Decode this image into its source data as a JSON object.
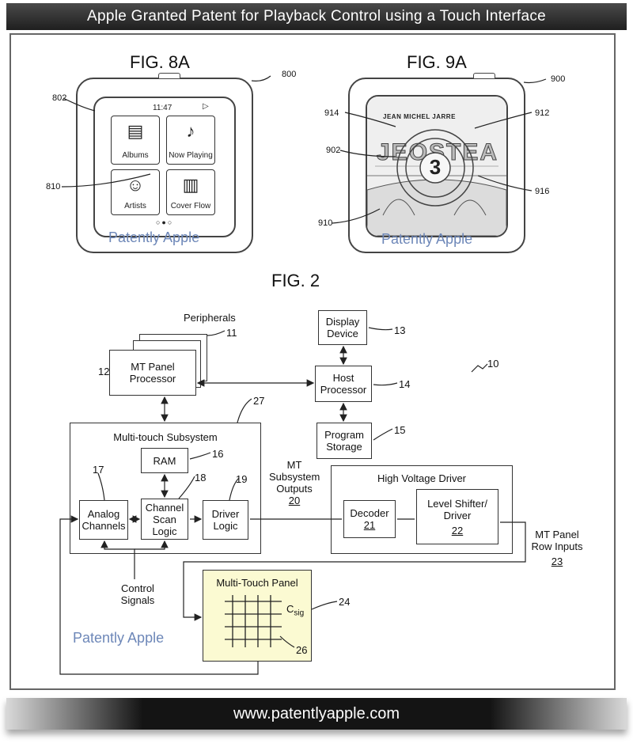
{
  "banner": {
    "title": "Apple Granted Patent for Playback Control using a Touch Interface"
  },
  "footer": {
    "url": "www.patentlyapple.com"
  },
  "fig8a": {
    "title": "FIG. 8A",
    "ref_device": "800",
    "ref_screen": "802",
    "ref_play": "810",
    "time": "11:47",
    "tiles": [
      {
        "label": "Albums",
        "icon": "albums-icon"
      },
      {
        "label": "Now Playing",
        "icon": "music-note-icon"
      },
      {
        "label": "Artists",
        "icon": "artists-icon"
      },
      {
        "label": "Cover Flow",
        "icon": "cover-flow-icon"
      }
    ],
    "watermark": "Patently Apple"
  },
  "fig9a": {
    "title": "FIG. 9A",
    "ref_device": "900",
    "ref_914": "914",
    "ref_912": "912",
    "ref_902": "902",
    "ref_916": "916",
    "ref_910": "910",
    "artist": "JEAN MICHEL JARRE",
    "album_art_text": "JEOSTEA",
    "countdown": "3",
    "watermark": "Patently Apple"
  },
  "fig2": {
    "title": "FIG. 2",
    "ref_system": "10",
    "peripherals_label": "Peripherals",
    "ref_peripherals": "11",
    "mt_panel_processor": {
      "line1": "MT Panel",
      "line2": "Processor",
      "ref": "12"
    },
    "display_device": {
      "line1": "Display",
      "line2": "Device",
      "ref": "13"
    },
    "host_processor": {
      "line1": "Host",
      "line2": "Processor",
      "ref": "14"
    },
    "program_storage": {
      "line1": "Program",
      "line2": "Storage",
      "ref": "15"
    },
    "subsystem": {
      "label": "Multi-touch Subsystem",
      "ref": "27"
    },
    "ram": {
      "label": "RAM",
      "ref": "16"
    },
    "analog_channels": {
      "line1": "Analog",
      "line2": "Channels",
      "ref": "17"
    },
    "channel_scan_logic": {
      "line1": "Channel",
      "line2": "Scan",
      "line3": "Logic",
      "ref": "18"
    },
    "driver_logic": {
      "line1": "Driver",
      "line2": "Logic",
      "ref": "19"
    },
    "subsystem_outputs": {
      "line1": "MT",
      "line2": "Subsystem",
      "line3": "Outputs",
      "ref": "20"
    },
    "high_voltage_driver": {
      "label": "High Voltage Driver"
    },
    "decoder": {
      "label": "Decoder",
      "ref": "21"
    },
    "level_shifter": {
      "line1": "Level Shifter/",
      "line2": "Driver",
      "ref": "22"
    },
    "row_inputs": {
      "line1": "MT Panel",
      "line2": "Row Inputs",
      "ref": "23"
    },
    "multi_touch_panel": {
      "label": "Multi-Touch Panel",
      "ref": "24",
      "csig": "C",
      "csig_sub": "sig",
      "ref_node": "26"
    },
    "control_signals": {
      "line1": "Control",
      "line2": "Signals"
    },
    "watermark": "Patently Apple",
    "colors": {
      "panel_fill": "#fbfad2",
      "watermark": "#6d87b8"
    }
  }
}
